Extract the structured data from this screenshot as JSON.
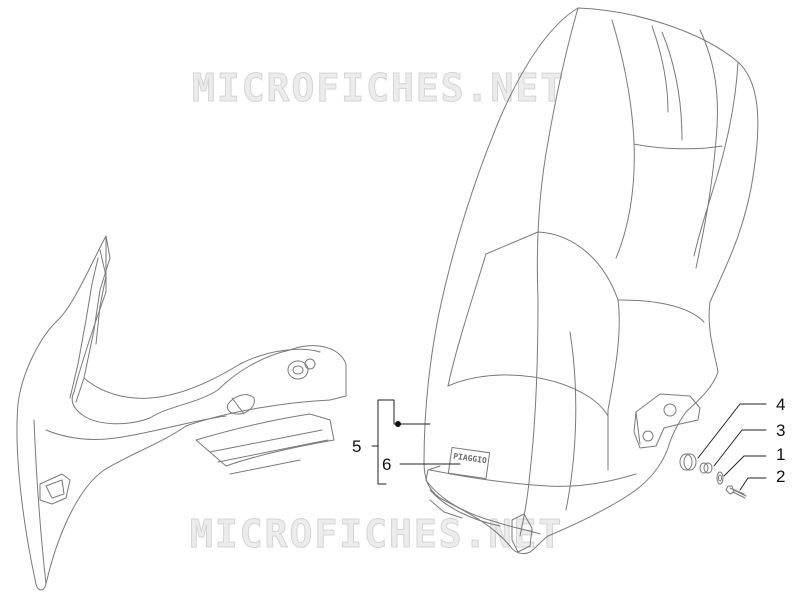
{
  "watermark": {
    "text": "MICROFICHES.NET"
  },
  "parts": {
    "item_1": "1",
    "item_2": "2",
    "item_3": "3",
    "item_4": "4",
    "item_5": "5",
    "item_6": "6"
  },
  "emblem_text": "PIAGGIO",
  "colors": {
    "outline": "#7a7a7a",
    "text": "#111111",
    "watermark": "#dcdcdc"
  }
}
